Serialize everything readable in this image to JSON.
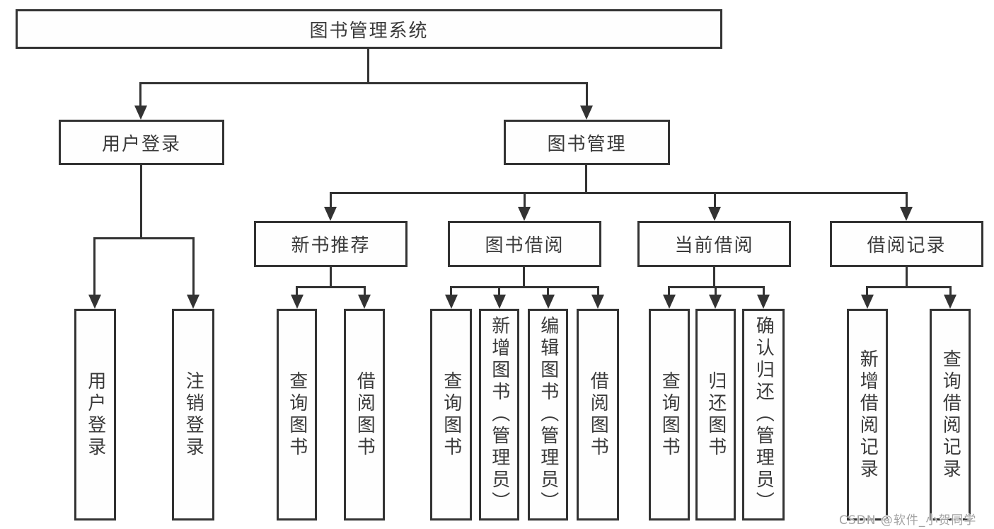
{
  "colors": {
    "line": "#333333",
    "box_border": "#333333",
    "box_fill": "#fefefe",
    "text": "#3a3a3a",
    "watermark": "#a3a3a3",
    "background": "#ffffff"
  },
  "tree": {
    "label": "图书管理系统",
    "children": [
      {
        "label": "用户登录",
        "children": [
          {
            "label": "用户登录"
          },
          {
            "label": "注销登录"
          }
        ]
      },
      {
        "label": "图书管理",
        "children": [
          {
            "label": "新书推荐",
            "children": [
              {
                "label": "查询图书"
              },
              {
                "label": "借阅图书"
              }
            ]
          },
          {
            "label": "图书借阅",
            "children": [
              {
                "label": "查询图书"
              },
              {
                "label": "新增图书（管理员）"
              },
              {
                "label": "编辑图书（管理员）"
              },
              {
                "label": "借阅图书"
              }
            ]
          },
          {
            "label": "当前借阅",
            "children": [
              {
                "label": "查询图书"
              },
              {
                "label": "归还图书"
              },
              {
                "label": "确认归还（管理员）"
              }
            ]
          },
          {
            "label": "借阅记录",
            "children": [
              {
                "label": "新增借阅记录"
              },
              {
                "label": "查询借阅记录"
              }
            ]
          }
        ]
      }
    ]
  },
  "watermark": {
    "text": "CSDN @软件_小贺同学"
  }
}
